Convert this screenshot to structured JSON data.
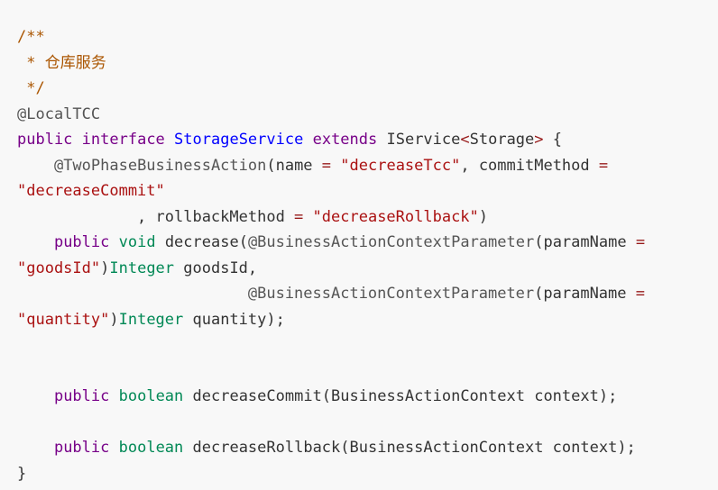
{
  "code": {
    "language": "java",
    "lines": [
      [
        {
          "text": "/**",
          "type": "comment"
        }
      ],
      [
        {
          "text": " * 仓库服务",
          "type": "comment"
        }
      ],
      [
        {
          "text": " */",
          "type": "comment"
        }
      ],
      [
        {
          "text": "@LocalTCC",
          "type": "annotation"
        }
      ],
      [
        {
          "text": "public",
          "type": "keyword"
        },
        {
          "text": " ",
          "type": "plain"
        },
        {
          "text": "interface",
          "type": "keyword"
        },
        {
          "text": " ",
          "type": "plain"
        },
        {
          "text": "StorageService",
          "type": "def"
        },
        {
          "text": " ",
          "type": "plain"
        },
        {
          "text": "extends",
          "type": "keyword"
        },
        {
          "text": " IService",
          "type": "plain"
        },
        {
          "text": "<",
          "type": "operator"
        },
        {
          "text": "Storage",
          "type": "plain"
        },
        {
          "text": ">",
          "type": "operator"
        },
        {
          "text": " {",
          "type": "plain"
        }
      ],
      [
        {
          "text": "    ",
          "type": "plain"
        },
        {
          "text": "@TwoPhaseBusinessAction",
          "type": "annotation"
        },
        {
          "text": "(name ",
          "type": "plain"
        },
        {
          "text": "=",
          "type": "operator"
        },
        {
          "text": " ",
          "type": "plain"
        },
        {
          "text": "\"decreaseTcc\"",
          "type": "string"
        },
        {
          "text": ", commitMethod ",
          "type": "plain"
        },
        {
          "text": "=",
          "type": "operator"
        }
      ],
      [
        {
          "text": "\"decreaseCommit\"",
          "type": "string"
        }
      ],
      [
        {
          "text": "             , rollbackMethod ",
          "type": "plain"
        },
        {
          "text": "=",
          "type": "operator"
        },
        {
          "text": " ",
          "type": "plain"
        },
        {
          "text": "\"decreaseRollback\"",
          "type": "string"
        },
        {
          "text": ")",
          "type": "plain"
        }
      ],
      [
        {
          "text": "    ",
          "type": "plain"
        },
        {
          "text": "public",
          "type": "keyword"
        },
        {
          "text": " ",
          "type": "plain"
        },
        {
          "text": "void",
          "type": "type"
        },
        {
          "text": " decrease(",
          "type": "plain"
        },
        {
          "text": "@BusinessActionContextParameter",
          "type": "annotation"
        },
        {
          "text": "(paramName ",
          "type": "plain"
        },
        {
          "text": "=",
          "type": "operator"
        }
      ],
      [
        {
          "text": "\"goodsId\"",
          "type": "string"
        },
        {
          "text": ")",
          "type": "plain"
        },
        {
          "text": "Integer",
          "type": "type"
        },
        {
          "text": " goodsId,",
          "type": "plain"
        }
      ],
      [
        {
          "text": "                         ",
          "type": "plain"
        },
        {
          "text": "@BusinessActionContextParameter",
          "type": "annotation"
        },
        {
          "text": "(paramName ",
          "type": "plain"
        },
        {
          "text": "=",
          "type": "operator"
        }
      ],
      [
        {
          "text": "\"quantity\"",
          "type": "string"
        },
        {
          "text": ")",
          "type": "plain"
        },
        {
          "text": "Integer",
          "type": "type"
        },
        {
          "text": " quantity);",
          "type": "plain"
        }
      ],
      [],
      [],
      [
        {
          "text": "    ",
          "type": "plain"
        },
        {
          "text": "public",
          "type": "keyword"
        },
        {
          "text": " ",
          "type": "plain"
        },
        {
          "text": "boolean",
          "type": "type"
        },
        {
          "text": " decreaseCommit(BusinessActionContext context);",
          "type": "plain"
        }
      ],
      [],
      [
        {
          "text": "    ",
          "type": "plain"
        },
        {
          "text": "public",
          "type": "keyword"
        },
        {
          "text": " ",
          "type": "plain"
        },
        {
          "text": "boolean",
          "type": "type"
        },
        {
          "text": " decreaseRollback(BusinessActionContext context);",
          "type": "plain"
        }
      ],
      [
        {
          "text": "}",
          "type": "plain"
        }
      ]
    ]
  },
  "colors": {
    "background": "#f8f8f8",
    "comment": "#aa5500",
    "annotation": "#555555",
    "keyword": "#770088",
    "type": "#008855",
    "def": "#0000ff",
    "string": "#aa1111",
    "operator": "#981a1a",
    "plain": "#333333"
  }
}
